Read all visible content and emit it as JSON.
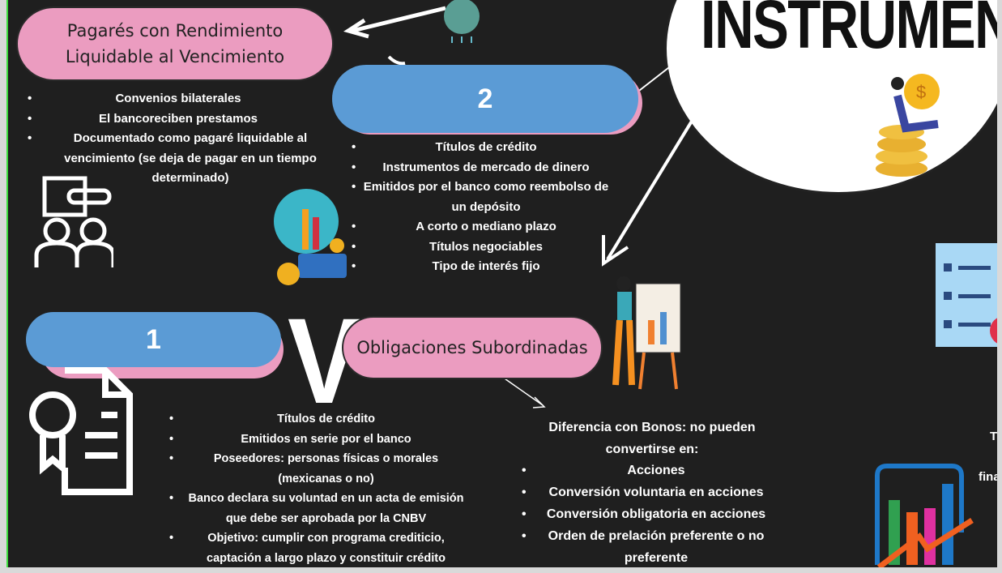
{
  "title_partial": "INSTRUMEN",
  "box_pagares": {
    "title": "Pagarés con Rendimiento Liquidable al Vencimiento",
    "items": [
      "Convenios bilaterales",
      "El bancoreciben prestamos",
      "Documentado como pagaré liquidable  al vencimiento (se deja de pagar en un tiempo determinado)"
    ]
  },
  "box_2": {
    "label": "2",
    "items": [
      "Títulos de crédito",
      "Instrumentos de mercado de dinero",
      "Emitidos por el banco como reembolso de un depósito",
      "A corto o mediano plazo",
      "Títulos negociables",
      "Tipo de interés fijo"
    ]
  },
  "box_1": {
    "label": "1",
    "items": [
      "Títulos de crédito",
      "Emitidos en serie por el banco",
      "Poseedores: personas físicas o morales (mexicanas o no)",
      "Banco declara su voluntad en un acta de emisión que debe ser aprobada por la CNBV",
      "Objetivo: cumplir con programa crediticio, captación a largo plazo y constituir crédito"
    ]
  },
  "big_letter": "V",
  "box_obligaciones": {
    "title": "Obligaciones Subordinadas",
    "intro": "Diferencia con Bonos: no pueden convertirse en:",
    "items": [
      "Acciones",
      "Conversión voluntaria en acciones",
      "Conversión obligatoria en acciones",
      "Orden de prelación preferente o no preferente"
    ]
  },
  "right_partial": [
    "Ti",
    "fina"
  ],
  "colors": {
    "pink": "#eb9cc0",
    "blue": "#5b9bd5",
    "bg": "#1f1f1f"
  }
}
